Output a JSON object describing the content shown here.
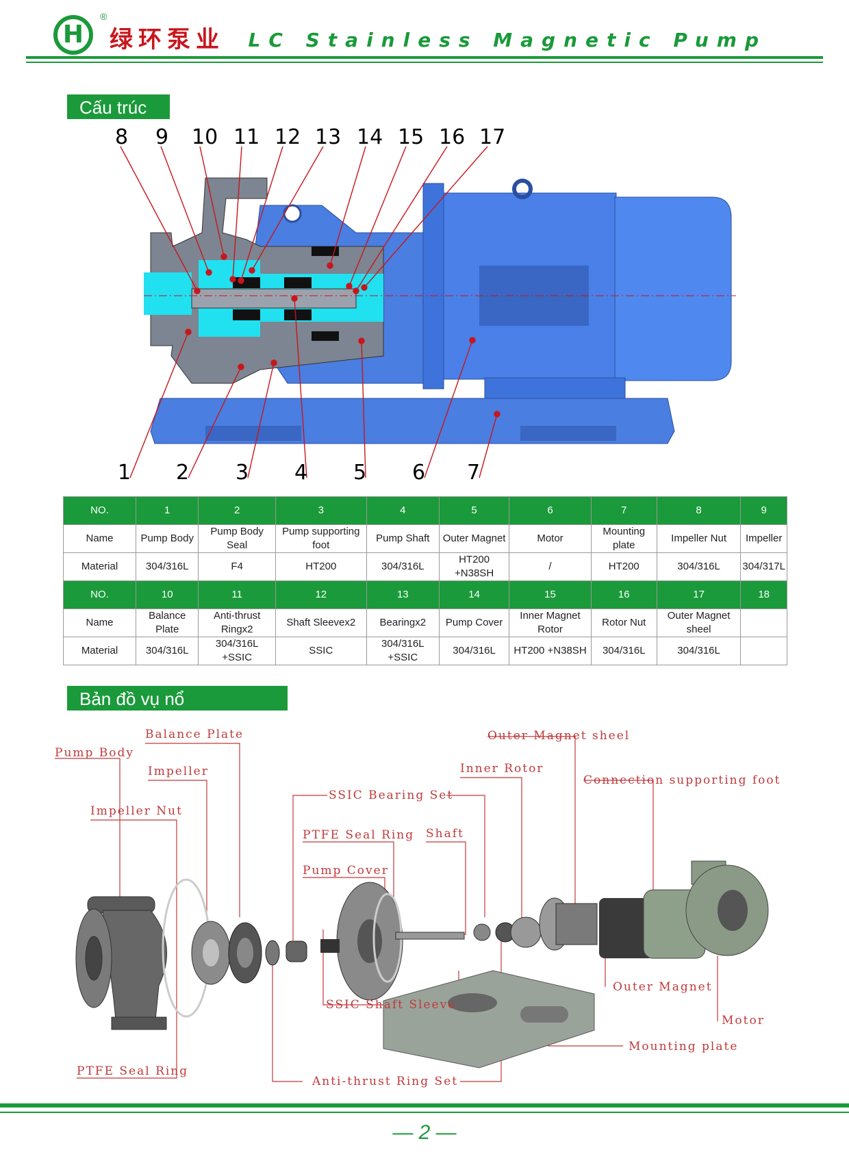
{
  "header": {
    "brand": "绿环泵业",
    "registered": "®",
    "subtitle": "LC Stainless Magnetic Pump"
  },
  "sections": {
    "structure": "Cấu trúc",
    "exploded": "Bản đồ vụ nổ"
  },
  "diagram": {
    "top_numbers": [
      "8",
      "9",
      "10",
      "11",
      "12",
      "13",
      "14",
      "15",
      "16",
      "17"
    ],
    "bottom_numbers": [
      "1",
      "2",
      "3",
      "4",
      "5",
      "6",
      "7"
    ]
  },
  "table": {
    "row_no_label": "NO.",
    "row_name_label": "Name",
    "row_material_label": "Material",
    "part1": {
      "no": [
        "1",
        "2",
        "3",
        "4",
        "5",
        "6",
        "7",
        "8",
        "9"
      ],
      "name": [
        "Pump Body",
        "Pump Body Seal",
        "Pump supporting foot",
        "Pump Shaft",
        "Outer Magnet",
        "Motor",
        "Mounting plate",
        "Impeller Nut",
        "Impeller"
      ],
      "material": [
        "304/316L",
        "F4",
        "HT200",
        "304/316L",
        "HT200 +N38SH",
        "/",
        "HT200",
        "304/316L",
        "304/317L"
      ]
    },
    "part2": {
      "no": [
        "10",
        "11",
        "12",
        "13",
        "14",
        "15",
        "16",
        "17",
        "18"
      ],
      "name": [
        "Balance Plate",
        "Anti-thrust Ringx2",
        "Shaft Sleevex2",
        "Bearingx2",
        "Pump Cover",
        "Inner Magnet Rotor",
        "Rotor Nut",
        "Outer Magnet sheel",
        ""
      ],
      "material": [
        "304/316L",
        "304/316L +SSIC",
        "SSIC",
        "304/316L +SSIC",
        "304/316L",
        "HT200 +N38SH",
        "304/316L",
        "304/316L",
        ""
      ]
    }
  },
  "exploded_labels": {
    "pump_body": "Pump Body",
    "balance_plate": "Balance Plate",
    "impeller": "Impeller",
    "impeller_nut": "Impeller Nut",
    "ssic_bearing_set": "SSIC Bearing Set",
    "ptfe_seal_ring_top": "PTFE Seal Ring",
    "shaft": "Shaft",
    "pump_cover": "Pump Cover",
    "inner_rotor": "Inner Rotor",
    "outer_magnet_sheel": "Outer Magnet sheel",
    "connection_supporting_foot": "Connection supporting foot",
    "ssic_shaft_sleeve": "SSIC Shaft Sleeve",
    "outer_magnet": "Outer Magnet",
    "motor": "Motor",
    "mounting_plate": "Mounting plate",
    "ptfe_seal_ring_bottom": "PTFE Seal Ring",
    "anti_thrust_ring_set": "Anti-thrust Ring Set"
  },
  "footer": {
    "page": "— 2 —"
  },
  "colors": {
    "green": "#1a9a3a",
    "red": "#c8161d",
    "pump_blue": "#3d6fd8",
    "cyan": "#21e0f0"
  }
}
